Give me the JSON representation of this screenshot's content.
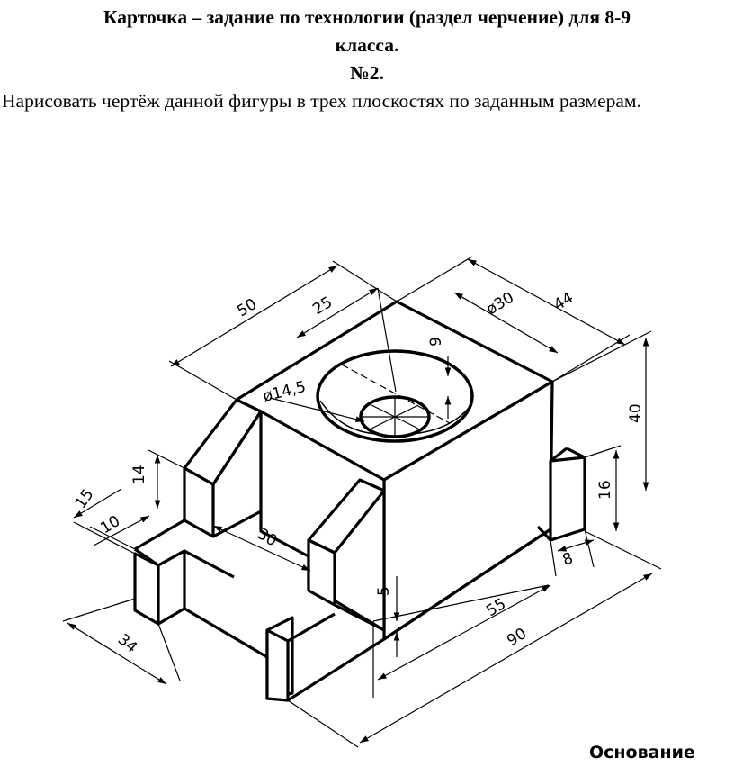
{
  "heading": {
    "line1": "Карточка – задание по технологии (раздел черчение) для 8-9",
    "line2": "класса.",
    "line3": "№2."
  },
  "task_text": "Нарисовать чертёж данной фигуры в трех плоскостях по заданным размерам.",
  "drawing": {
    "dims": {
      "d50": "50",
      "d25": "25",
      "d30_diam": "ø30",
      "d44": "44",
      "d9": "9",
      "d14_5_diam": "ø14,5",
      "d40": "40",
      "d14": "14",
      "d15": "15",
      "d10": "10",
      "d30": "30",
      "d16": "16",
      "d8": "8",
      "d5": "5",
      "d55": "55",
      "d90": "90",
      "d34": "34"
    },
    "caption": "Основание"
  }
}
